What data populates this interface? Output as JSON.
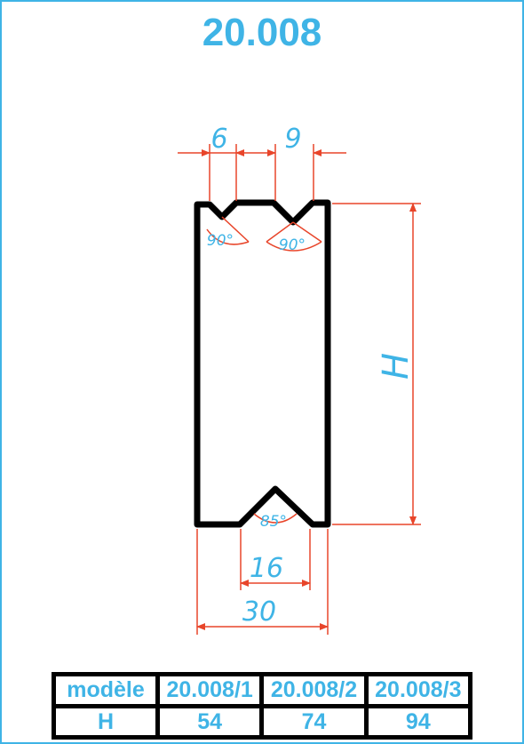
{
  "title": "20.008",
  "dimensions": {
    "top_left_gap": "6",
    "top_right_gap": "9",
    "height": "H",
    "bottom_groove_width": "16",
    "total_width": "30"
  },
  "angles": {
    "top_left": "90°",
    "top_right": "90°",
    "bottom": "85°"
  },
  "table": {
    "row1_label": "modèle",
    "row2_label": "H",
    "models": [
      "20.008/1",
      "20.008/2",
      "20.008/3"
    ],
    "heights": [
      "54",
      "74",
      "94"
    ]
  },
  "colors": {
    "accent": "#3fb4e6",
    "dimension_lines": "#e8452a",
    "outline": "#000000"
  }
}
